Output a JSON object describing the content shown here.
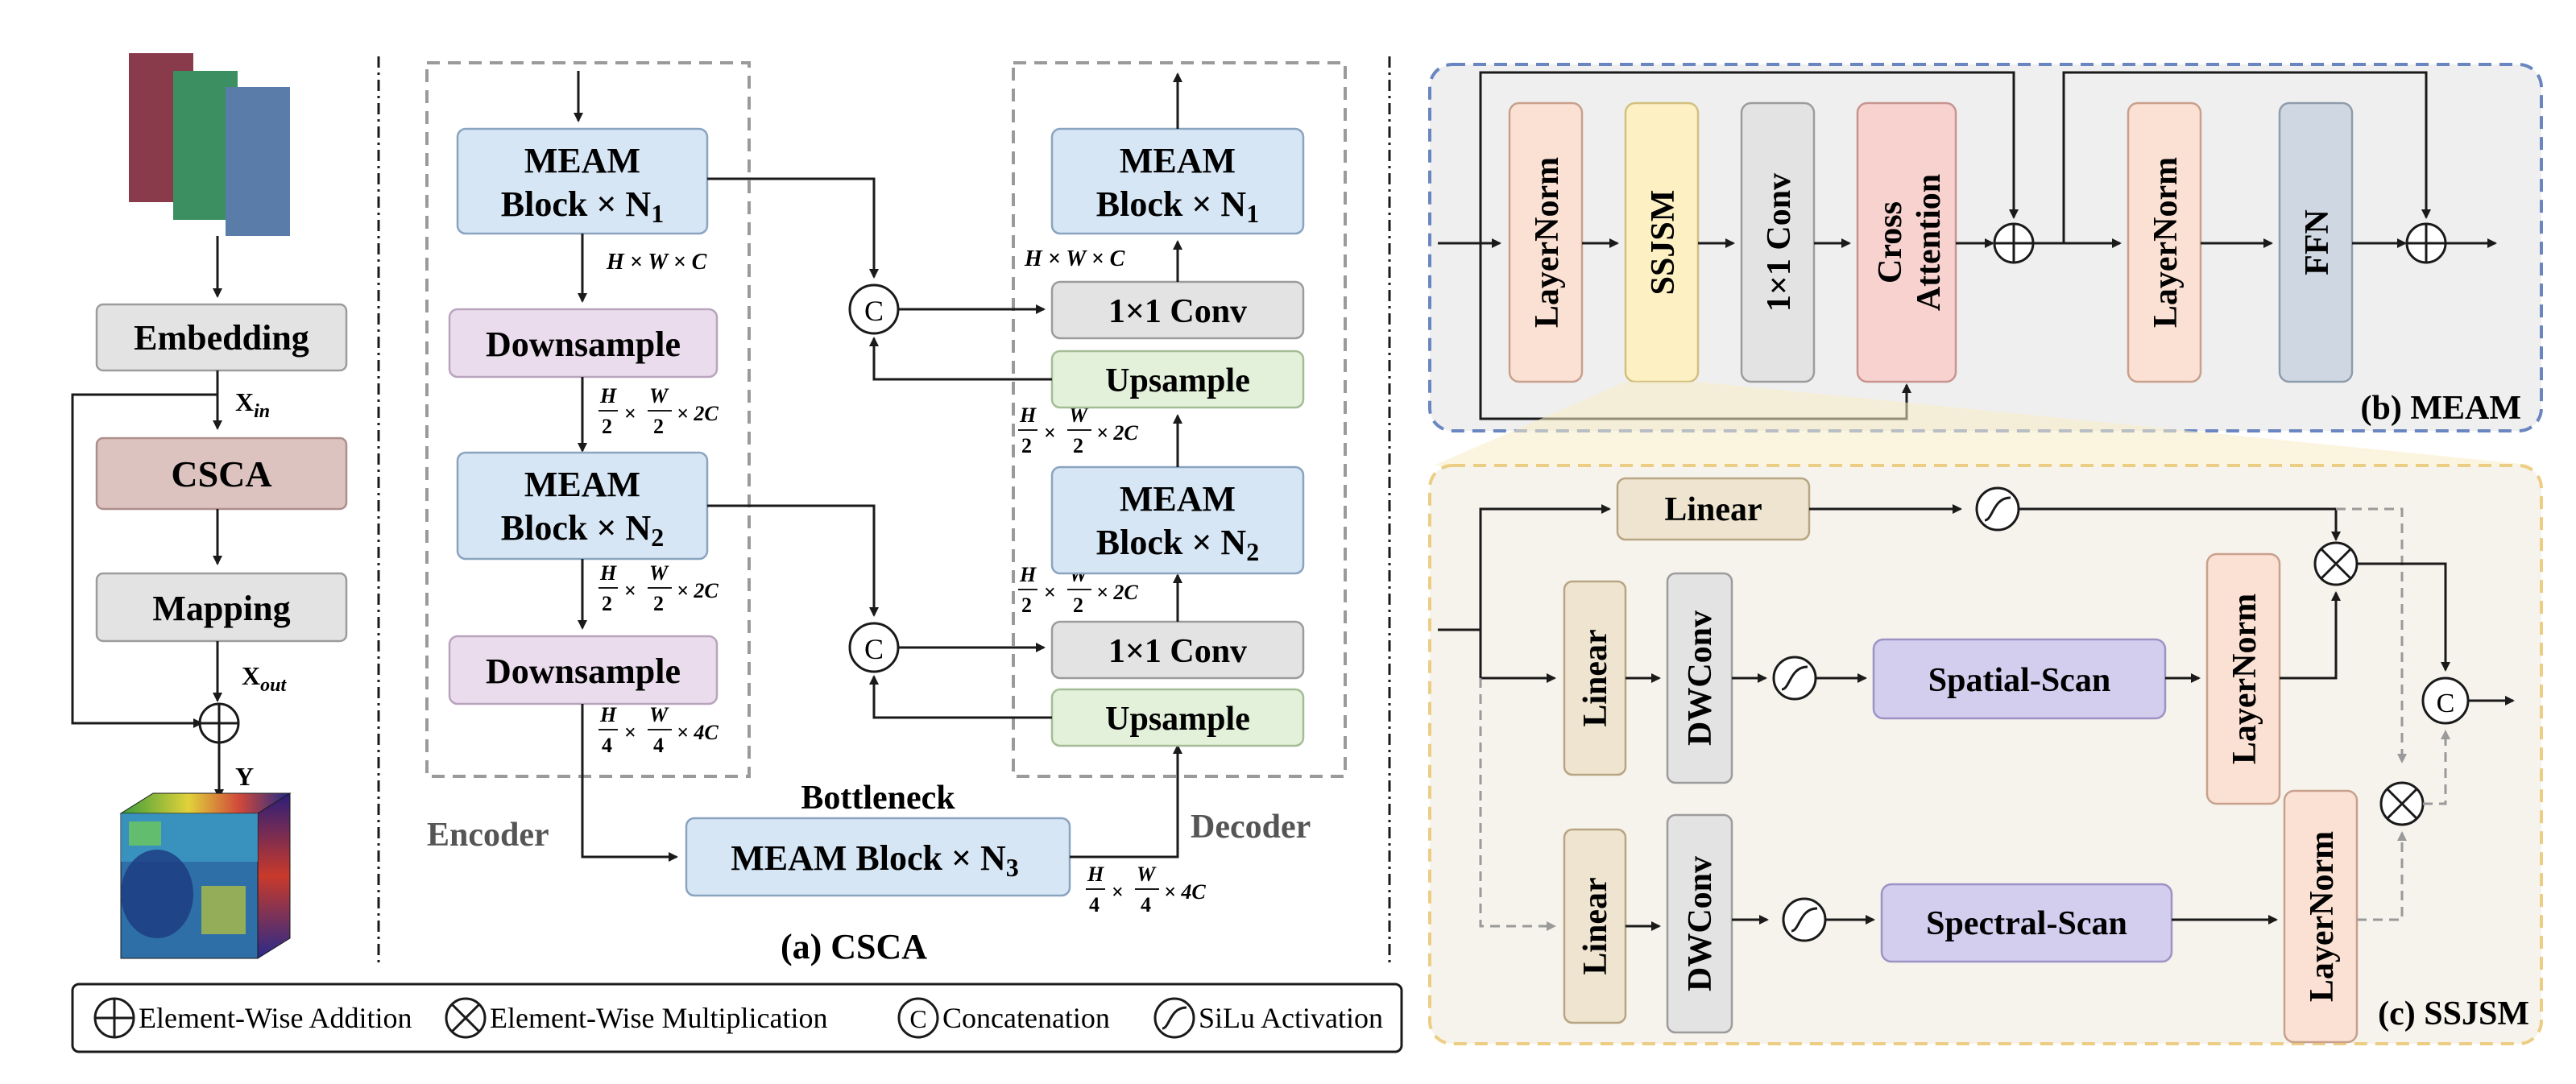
{
  "colors": {
    "stroke": "#1a1a1a",
    "dash_gray": "#9a9a9a",
    "blue_box": "#d7e6f5",
    "blue_stroke": "#8aa4c0",
    "purple_box": "#eadcec",
    "purple_stroke": "#b9a4bd",
    "green_box": "#e3f0da",
    "green_stroke": "#a4bd96",
    "gray_box": "#e3e3e3",
    "gray_stroke": "#9c9c9c",
    "csca_box": "#dcc3c0",
    "csca_stroke": "#ad8f8c",
    "peach_box": "#fbe1d3",
    "peach_stroke": "#c8a08c",
    "yellow_box": "#fdf1c4",
    "yellow_stroke": "#d3bf7e",
    "pink_box": "#f7d2cf",
    "pink_stroke": "#c79490",
    "slate_box": "#cfd8e2",
    "slate_stroke": "#8f9cab",
    "tan_box": "#eee4cf",
    "tan_stroke": "#b8a583",
    "lavender_box": "#d3cdee",
    "lavender_stroke": "#9c93c4",
    "meam_panel_bg": "#efefef",
    "meam_panel_border": "#6a86c0",
    "ssjsm_panel_bg": "#f6f3ec",
    "ssjsm_panel_border": "#eccd84"
  },
  "left": {
    "embedding": "Embedding",
    "csca": "CSCA",
    "mapping": "Mapping",
    "x_in_base": "X",
    "x_in_sub": "in",
    "x_out_base": "X",
    "x_out_sub": "out",
    "y": "Y"
  },
  "csca": {
    "meam1_line1": "MEAM",
    "meam1_line2": "Block × N",
    "meam1_sub": "1",
    "meam2_line1": "MEAM",
    "meam2_line2": "Block × N",
    "meam2_sub": "2",
    "downsample": "Downsample",
    "upsample": "Upsample",
    "conv": "1×1 Conv",
    "bottleneck_label": "Bottleneck",
    "bottleneck_box": "MEAM Block × N",
    "bottleneck_sub": "3",
    "encoder": "Encoder",
    "decoder": "Decoder",
    "concat_symbol": "C",
    "caption": "(a) CSCA",
    "dim_hwc": "H × W × C",
    "dim_half_tail": "× 2C",
    "dim_quarter_tail": "× 4C",
    "frac_h": "H",
    "frac_w": "W",
    "num_2": "2",
    "num_4": "4",
    "times": "×"
  },
  "meam": {
    "layernorm1": "LayerNorm",
    "ssjsm": "SSJSM",
    "conv": "1×1 Conv",
    "cross_attention_1": "Cross",
    "cross_attention_2": "Attention",
    "layernorm2": "LayerNorm",
    "ffn": "FFN",
    "caption": "(b) MEAM"
  },
  "ssjsm": {
    "linear_top": "Linear",
    "linear_mid": "Linear",
    "dwconv_mid": "DWConv",
    "spatial_scan": "Spatial-Scan",
    "layernorm_mid": "LayerNorm",
    "linear_bot": "Linear",
    "dwconv_bot": "DWConv",
    "spectral_scan": "Spectral-Scan",
    "layernorm_bot": "LayerNorm",
    "concat_symbol": "C",
    "caption": "(c) SSJSM"
  },
  "legend": {
    "addition": "Element-Wise Addition",
    "multiplication": "Element-Wise Multiplication",
    "concat_symbol": "C",
    "concatenation": "Concatenation",
    "silu": "SiLu Activation"
  }
}
